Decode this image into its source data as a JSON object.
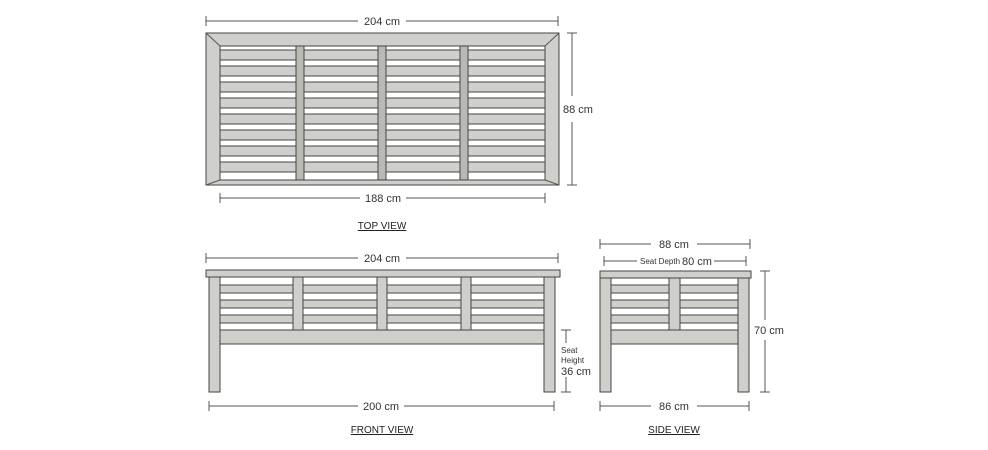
{
  "views": {
    "top": {
      "title": "TOP VIEW",
      "overall_width": "204 cm",
      "inner_width": "188 cm",
      "depth": "88 cm"
    },
    "front": {
      "title": "FRONT VIEW",
      "overall_width": "204 cm",
      "leg_span": "200 cm",
      "seat_height_label_1": "Seat",
      "seat_height_label_2": "Height",
      "seat_height_value": "36 cm"
    },
    "side": {
      "title": "SIDE VIEW",
      "overall_depth": "88 cm",
      "seat_depth_label": "Seat Depth",
      "seat_depth_value": "80 cm",
      "leg_span": "86 cm",
      "height": "70 cm"
    }
  },
  "colors": {
    "wood": "#cfd0cb",
    "outline": "#444444",
    "dimension": "#555555"
  }
}
